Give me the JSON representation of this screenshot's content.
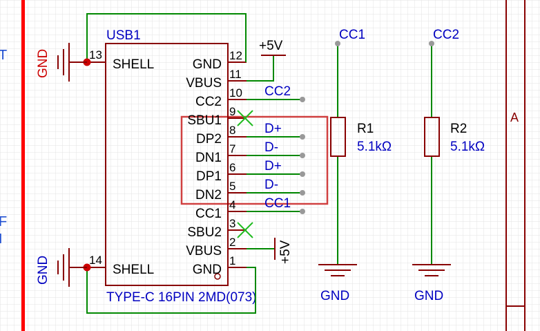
{
  "colors": {
    "grid": "#e3e3e3",
    "component": "#880000",
    "wire": "#008800",
    "net_label": "#0000c0",
    "power_red": "#cc0000",
    "frame": "#ff0000",
    "highlight": "#d04040",
    "noconnect": "#22bb22",
    "port": "#999999"
  },
  "connector": {
    "designator": "USB1",
    "part": "TYPE-C 16PIN 2MD(073)",
    "left_pins": [
      {
        "number": "13",
        "name": "SHELL"
      },
      {
        "number": "14",
        "name": "SHELL"
      }
    ],
    "right_pins": [
      {
        "number": "12",
        "name": "GND"
      },
      {
        "number": "11",
        "name": "VBUS"
      },
      {
        "number": "10",
        "name": "CC2"
      },
      {
        "number": "9",
        "name": "SBU1"
      },
      {
        "number": "8",
        "name": "DP2"
      },
      {
        "number": "7",
        "name": "DN1"
      },
      {
        "number": "6",
        "name": "DP1"
      },
      {
        "number": "5",
        "name": "DN2"
      },
      {
        "number": "4",
        "name": "CC1"
      },
      {
        "number": "3",
        "name": "SBU2"
      },
      {
        "number": "2",
        "name": "VBUS"
      },
      {
        "number": "1",
        "name": "GND"
      }
    ]
  },
  "net_labels": {
    "pin10": "CC2",
    "pin8": "D+",
    "pin7": "D-",
    "pin6": "D+",
    "pin5": "D-",
    "pin4": "CC1"
  },
  "power": {
    "vbus_top": "+5V",
    "vbus_bottom": "+5V",
    "gnd_left_top": "GND",
    "gnd_left_bottom": "GND",
    "gnd_r1": "GND",
    "gnd_r2": "GND"
  },
  "resistors": [
    {
      "ref": "R1",
      "value": "5.1kΩ",
      "net": "CC1"
    },
    {
      "ref": "R2",
      "value": "5.1kΩ",
      "net": "CC2"
    }
  ],
  "frame": {
    "zone": "A",
    "edge_text_1": "T",
    "edge_text_2": "F",
    "edge_text_3": "I"
  }
}
